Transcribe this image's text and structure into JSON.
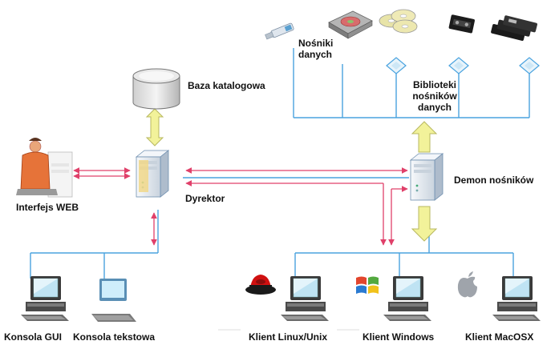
{
  "labels": {
    "catalog_db": "Baza katalogowa",
    "data_media": [
      "Nośniki",
      "danych"
    ],
    "libraries": [
      "Biblioteki",
      "nośników",
      "danych"
    ],
    "web_interface": "Interfejs WEB",
    "director": "Dyrektor",
    "storage_daemon": "Demon nośników",
    "console_gui": "Konsola GUI",
    "console_text": "Konsola tekstowa",
    "client_linux": "Klient Linux/Unix",
    "client_windows": "Klient Windows",
    "client_macosx": "Klient MacOSX"
  },
  "colors": {
    "network_line": "#4aa3df",
    "control_arrow": "#e0406a",
    "data_arrow": "#f2f29a",
    "data_arrow_stroke": "#b8b860",
    "server_body": "#e8eef5",
    "monitor_screen": "#bfe3f3"
  },
  "icons": [
    "database-icon",
    "usb-drive-icon",
    "hard-disk-icon",
    "optical-disc-icon",
    "tape-cartridge-icon",
    "network-hub-icon",
    "server-icon",
    "web-user-icon",
    "workstation-icon",
    "redhat-logo-icon",
    "windows-logo-icon",
    "apple-logo-icon"
  ]
}
